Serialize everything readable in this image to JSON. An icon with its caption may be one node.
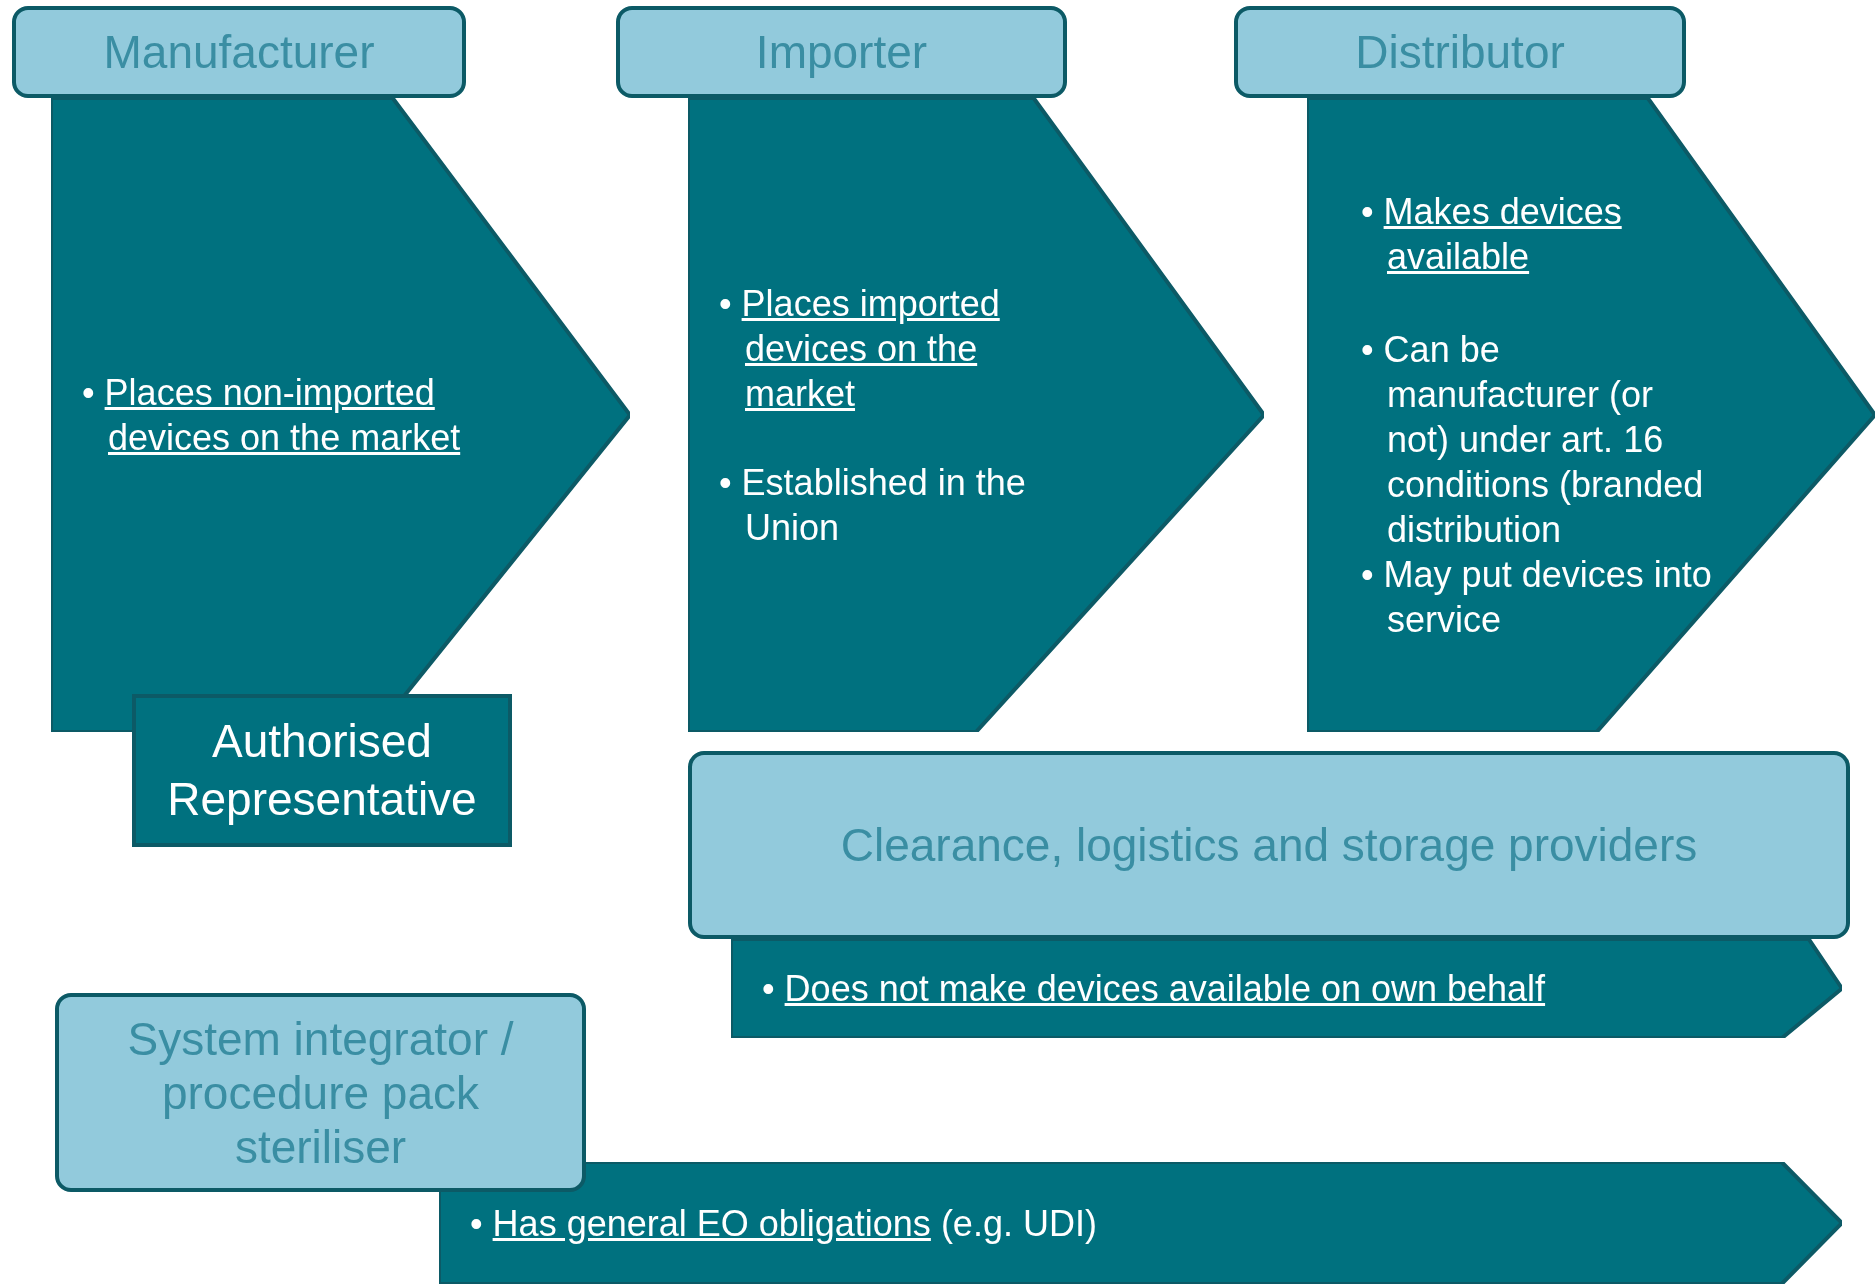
{
  "diagram": {
    "nodes": [
      {
        "text": [
          "Manufacturer"
        ]
      },
      {
        "text": [
          "• **Places non-imported devices on the market**"
        ]
      },
      {
        "text": [
          "Authorised Representative"
        ]
      },
      {
        "text": [
          "Importer"
        ]
      },
      {
        "text": [
          "• **Places imported devices on the market**",
          "• Established in the Union"
        ]
      },
      {
        "text": [
          "Distributor"
        ]
      },
      {
        "text": [
          "• **Makes devices available**",
          "• Can be manufacturer (or not) under art. 16 conditions (branded distribution",
          "• May put devices into service"
        ]
      },
      {
        "text": [
          "Clearance, logistics and storage providers"
        ]
      },
      {
        "text": [
          "• **Does not make devices available on own behalf**"
        ]
      },
      {
        "text": [
          "System integrator / procedure pack steriliser"
        ]
      },
      {
        "text": [
          "• **Has general EO obligations** (e.g. UDI)"
        ]
      }
    ]
  }
}
